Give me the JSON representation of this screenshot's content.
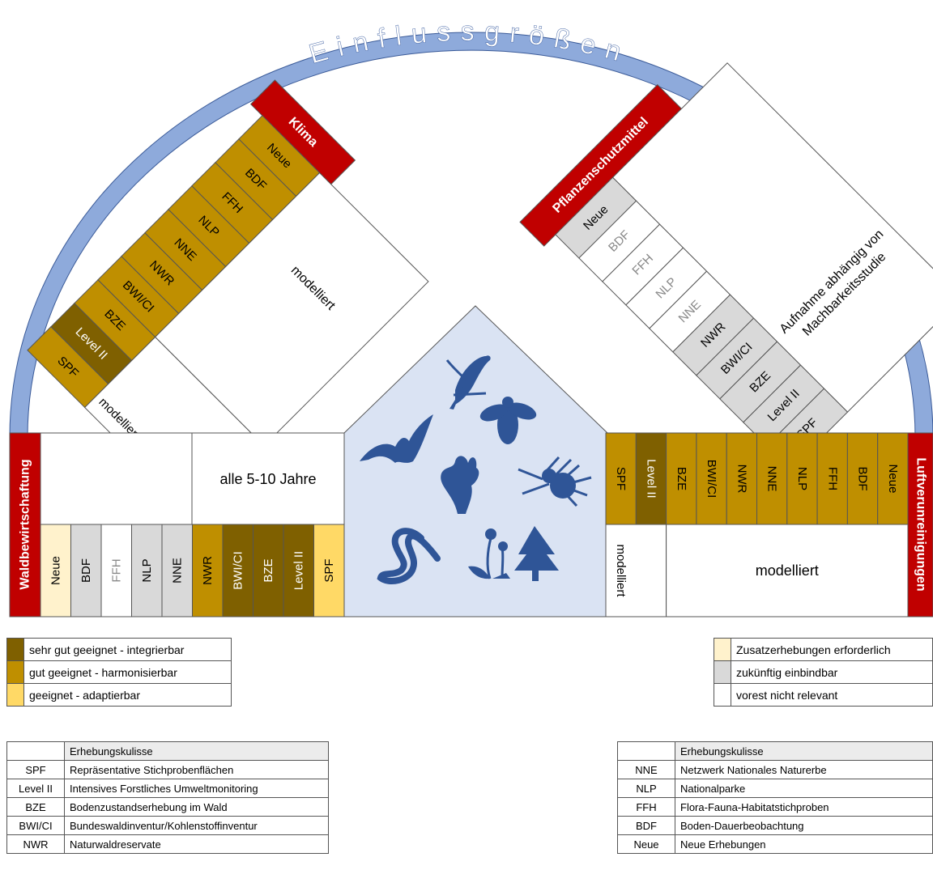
{
  "title": "Einflussgrößen",
  "colors": {
    "arc": "#8eaadb",
    "red": "#c00000",
    "dark": "#7f6000",
    "gold": "#bf8f00",
    "yellow": "#ffd966",
    "light": "#fff2cc",
    "grey": "#d9d9d9",
    "white": "#ffffff",
    "house": "#dae3f3",
    "silhouette": "#2f5597"
  },
  "factors": {
    "klima": "Klima",
    "pflanzenschutzmittel": "Pflanzenschutzmittel",
    "waldbewirtschaftung": "Waldbewirtschaftung",
    "luftverunreinigungen": "Luftverunreinigungen"
  },
  "notes": {
    "klima_top": "modelliert",
    "klima_small": "modelliert",
    "pflanzen_big": "Aufnahme abhängig von Machbarkeitsstudie",
    "wald_top": "alle 5-10 Jahre",
    "luft_small": "modelliert",
    "luft_big": "modelliert"
  },
  "klima_labels": [
    "Neue",
    "BDF",
    "FFH",
    "NLP",
    "NNE",
    "NWR",
    "BWI/CI",
    "BZE",
    "Level II",
    "SPF"
  ],
  "klima_status": [
    "gold",
    "gold",
    "gold",
    "gold",
    "gold",
    "gold",
    "gold",
    "gold",
    "dark",
    "gold"
  ],
  "pflanzen_labels": [
    "Neue",
    "BDF",
    "FFH",
    "NLP",
    "NNE",
    "NWR",
    "BWI/CI",
    "BZE",
    "Level II",
    "SPF"
  ],
  "pflanzen_status": [
    "grey",
    "white",
    "white",
    "white",
    "white",
    "grey",
    "grey",
    "grey",
    "grey",
    "grey"
  ],
  "wald_labels": [
    "Neue",
    "BDF",
    "FFH",
    "NLP",
    "NNE",
    "NWR",
    "BWI/CI",
    "BZE",
    "Level II",
    "SPF"
  ],
  "wald_status": [
    "light",
    "grey",
    "white",
    "grey",
    "grey",
    "gold",
    "dark",
    "dark",
    "dark",
    "yellow"
  ],
  "luft_labels": [
    "SPF",
    "Level II",
    "BZE",
    "BWI/CI",
    "NWR",
    "NNE",
    "NLP",
    "FFH",
    "BDF",
    "Neue"
  ],
  "luft_status": [
    "gold",
    "dark",
    "gold",
    "gold",
    "gold",
    "gold",
    "gold",
    "gold",
    "gold",
    "gold"
  ],
  "legend_left": [
    {
      "status": "dark",
      "label": "sehr gut geeignet - integrierbar"
    },
    {
      "status": "gold",
      "label": "gut geeignet - harmonisierbar"
    },
    {
      "status": "yellow",
      "label": "geeignet - adaptierbar"
    }
  ],
  "legend_right": [
    {
      "status": "light",
      "label": "Zusatzerhebungen erforderlich"
    },
    {
      "status": "grey",
      "label": "zukünftig einbindbar"
    },
    {
      "status": "white",
      "label": "vorest nicht relevant"
    }
  ],
  "abbr_header": "Erhebungskulisse",
  "abbr_left": [
    {
      "k": "SPF",
      "v": "Repräsentative Stichprobenflächen"
    },
    {
      "k": "Level II",
      "v": "Intensives Forstliches Umweltmonitoring"
    },
    {
      "k": "BZE",
      "v": "Bodenzustandserhebung im Wald"
    },
    {
      "k": "BWI/CI",
      "v": "Bundeswaldinventur/Kohlenstoffinventur"
    },
    {
      "k": "NWR",
      "v": "Naturwaldreservate"
    }
  ],
  "abbr_right": [
    {
      "k": "NNE",
      "v": "Netzwerk Nationales Naturerbe"
    },
    {
      "k": "NLP",
      "v": "Nationalparke"
    },
    {
      "k": "FFH",
      "v": "Flora-Fauna-Habitatstichproben"
    },
    {
      "k": "BDF",
      "v": "Boden-Dauerbeobachtung"
    },
    {
      "k": "Neue",
      "v": "Neue Erhebungen"
    }
  ]
}
